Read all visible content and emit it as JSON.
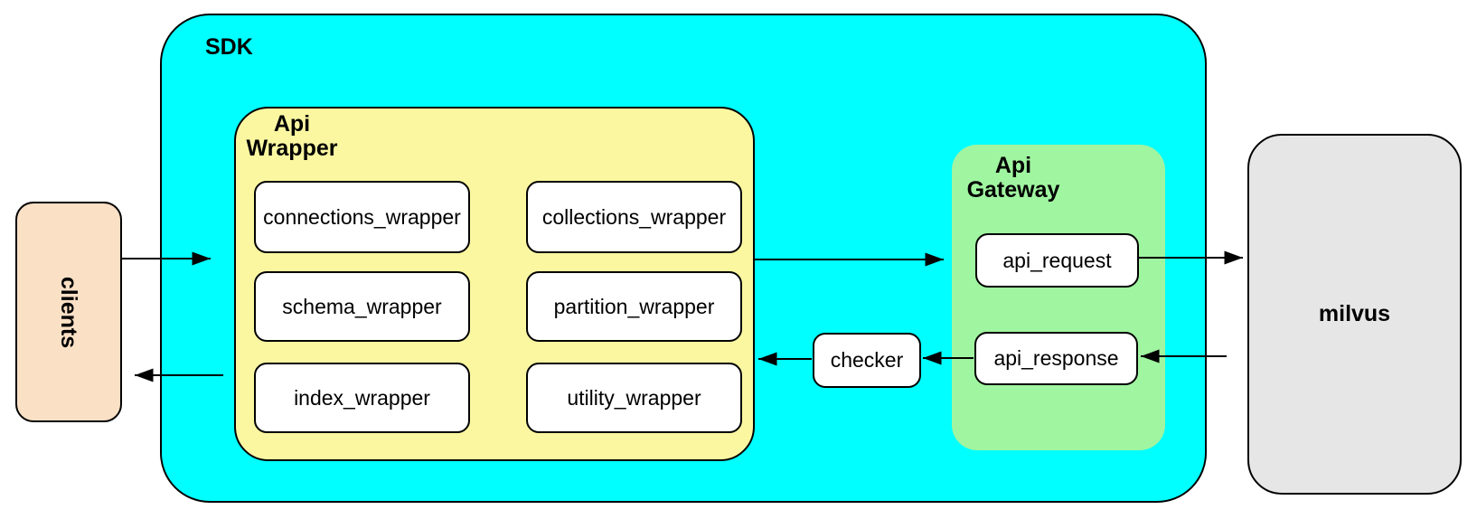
{
  "nodes": {
    "clients": {
      "label": "clients"
    },
    "sdk": {
      "label": "SDK"
    },
    "api_wrapper": {
      "label_line1": "Api",
      "label_line2": "Wrapper",
      "boxes": [
        "connections_wrapper",
        "collections_wrapper",
        "schema_wrapper",
        "partition_wrapper",
        "index_wrapper",
        "utility_wrapper"
      ]
    },
    "checker": {
      "label": "checker"
    },
    "api_gateway": {
      "label_line1": "Api",
      "label_line2": "Gateway",
      "boxes": [
        "api_request",
        "api_response"
      ]
    },
    "milvus": {
      "label": "milvus"
    }
  },
  "edges": [
    {
      "from": "clients",
      "to": "sdk"
    },
    {
      "from": "sdk",
      "to": "clients"
    },
    {
      "from": "api_wrapper",
      "to": "api_gateway"
    },
    {
      "from": "api_request",
      "to": "milvus"
    },
    {
      "from": "milvus",
      "to": "api_response"
    },
    {
      "from": "api_response",
      "to": "checker"
    },
    {
      "from": "checker",
      "to": "api_wrapper"
    }
  ],
  "colors": {
    "sdk_fill": "#00FFFF",
    "api_wrapper_fill": "#FBF7A1",
    "api_gateway_fill": "#A0F5A0",
    "clients_fill": "#FAE0C5",
    "milvus_fill": "#E6E6E6",
    "inner_box_fill": "#FFFFFF",
    "stroke": "#000000"
  }
}
